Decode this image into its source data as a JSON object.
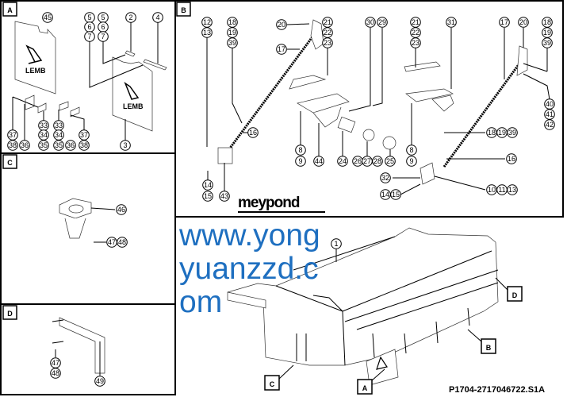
{
  "drawing_code": "P1704-2717046722.S1A",
  "watermark": "www.yongyuanzzd.com",
  "obscured_label": "meypond",
  "panels": [
    {
      "letter": "A",
      "callouts": [
        "45",
        "5",
        "6",
        "7",
        "5",
        "6",
        "7",
        "2",
        "4",
        "37",
        "38",
        "36",
        "33",
        "34",
        "35",
        "33",
        "34",
        "35",
        "36",
        "37",
        "38",
        "3"
      ]
    },
    {
      "letter": "B",
      "callouts": [
        "12",
        "13",
        "18",
        "19",
        "39",
        "20",
        "21",
        "22",
        "23",
        "17",
        "30",
        "29",
        "21",
        "22",
        "23",
        "31",
        "17",
        "20",
        "18",
        "19",
        "39",
        "40",
        "41",
        "42",
        "16",
        "8",
        "9",
        "44",
        "24",
        "26",
        "27",
        "28",
        "25",
        "8",
        "9",
        "18",
        "19",
        "39",
        "16",
        "32",
        "10",
        "11",
        "13",
        "14",
        "15",
        "14",
        "15",
        "43"
      ]
    },
    {
      "letter": "C",
      "callouts": [
        "46",
        "47",
        "48"
      ]
    },
    {
      "letter": "D",
      "callouts": [
        "47",
        "48",
        "49"
      ]
    }
  ],
  "main_view": {
    "callouts": [
      "1"
    ],
    "detail_markers": [
      "C",
      "A",
      "B",
      "D"
    ]
  },
  "colors": {
    "line": "#000000",
    "watermark": "#1e6fc0"
  }
}
